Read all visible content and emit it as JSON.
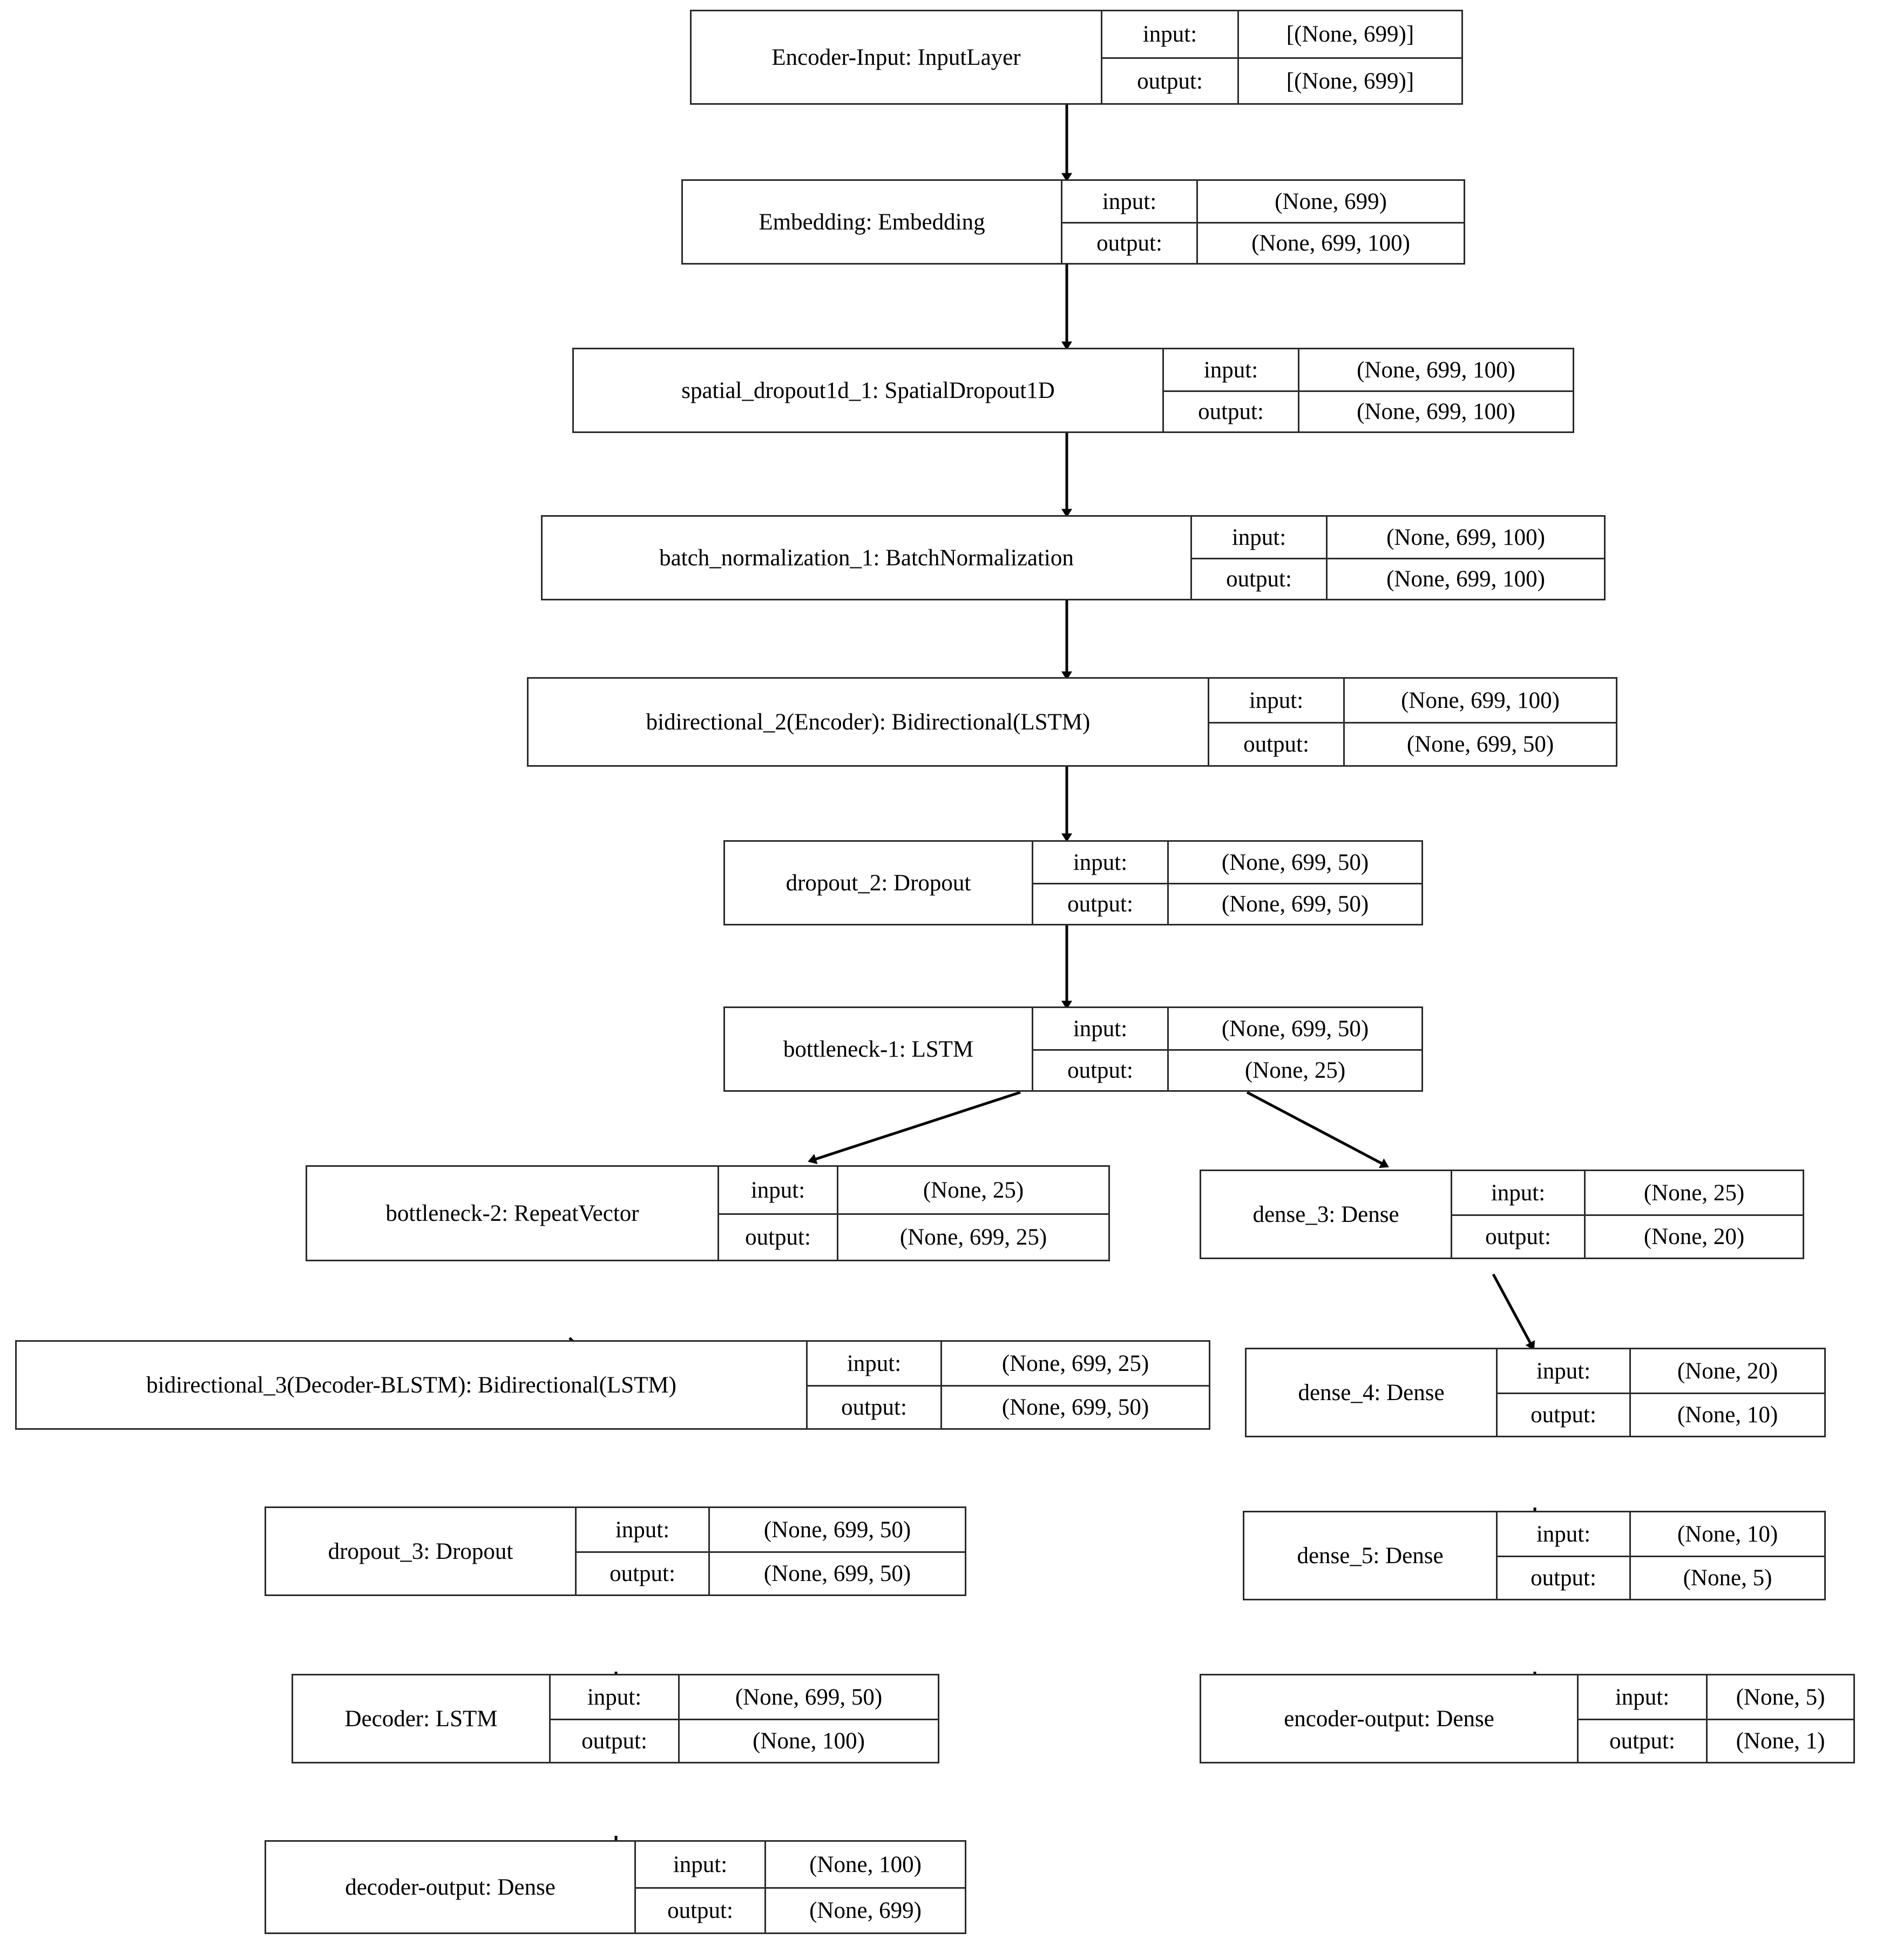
{
  "diagram": {
    "kind": "keras-model-plot",
    "io_labels": {
      "input": "input:",
      "output": "output:"
    },
    "colors": {
      "border": "#2b2b2b",
      "background": "#ffffff",
      "text": "#000000",
      "edge": "#000000"
    },
    "nodes": [
      {
        "id": "encoder-input",
        "name": "Encoder-Input: InputLayer",
        "input": "[(None, 699)]",
        "output": "[(None, 699)]"
      },
      {
        "id": "embedding",
        "name": "Embedding: Embedding",
        "input": "(None, 699)",
        "output": "(None, 699, 100)"
      },
      {
        "id": "spatial-dropout1d-1",
        "name": "spatial_dropout1d_1: SpatialDropout1D",
        "input": "(None, 699, 100)",
        "output": "(None, 699, 100)"
      },
      {
        "id": "batch-normalization-1",
        "name": "batch_normalization_1: BatchNormalization",
        "input": "(None, 699, 100)",
        "output": "(None, 699, 100)"
      },
      {
        "id": "bidirectional-2-encoder",
        "name": "bidirectional_2(Encoder): Bidirectional(LSTM)",
        "input": "(None, 699, 100)",
        "output": "(None, 699, 50)"
      },
      {
        "id": "dropout-2",
        "name": "dropout_2: Dropout",
        "input": "(None, 699, 50)",
        "output": "(None, 699, 50)"
      },
      {
        "id": "bottleneck-1",
        "name": "bottleneck-1: LSTM",
        "input": "(None, 699, 50)",
        "output": "(None, 25)"
      },
      {
        "id": "bottleneck-2",
        "name": "bottleneck-2: RepeatVector",
        "input": "(None, 25)",
        "output": "(None, 699, 25)"
      },
      {
        "id": "dense-3",
        "name": "dense_3: Dense",
        "input": "(None, 25)",
        "output": "(None, 20)"
      },
      {
        "id": "bidirectional-3-decoder-blstm",
        "name": "bidirectional_3(Decoder-BLSTM): Bidirectional(LSTM)",
        "input": "(None, 699, 25)",
        "output": "(None, 699, 50)"
      },
      {
        "id": "dense-4",
        "name": "dense_4: Dense",
        "input": "(None, 20)",
        "output": "(None, 10)"
      },
      {
        "id": "dropout-3",
        "name": "dropout_3: Dropout",
        "input": "(None, 699, 50)",
        "output": "(None, 699, 50)"
      },
      {
        "id": "dense-5",
        "name": "dense_5: Dense",
        "input": "(None, 10)",
        "output": "(None, 5)"
      },
      {
        "id": "decoder",
        "name": "Decoder: LSTM",
        "input": "(None, 699, 50)",
        "output": "(None, 100)"
      },
      {
        "id": "encoder-output",
        "name": "encoder-output: Dense",
        "input": "(None, 5)",
        "output": "(None, 1)"
      },
      {
        "id": "decoder-output",
        "name": "decoder-output: Dense",
        "input": "(None, 100)",
        "output": "(None, 699)"
      }
    ],
    "edges": [
      {
        "from": "encoder-input",
        "to": "embedding"
      },
      {
        "from": "embedding",
        "to": "spatial-dropout1d-1"
      },
      {
        "from": "spatial-dropout1d-1",
        "to": "batch-normalization-1"
      },
      {
        "from": "batch-normalization-1",
        "to": "bidirectional-2-encoder"
      },
      {
        "from": "bidirectional-2-encoder",
        "to": "dropout-2"
      },
      {
        "from": "dropout-2",
        "to": "bottleneck-1"
      },
      {
        "from": "bottleneck-1",
        "to": "bottleneck-2"
      },
      {
        "from": "bottleneck-1",
        "to": "dense-3"
      },
      {
        "from": "bottleneck-2",
        "to": "bidirectional-3-decoder-blstm"
      },
      {
        "from": "dense-3",
        "to": "dense-4"
      },
      {
        "from": "bidirectional-3-decoder-blstm",
        "to": "dropout-3"
      },
      {
        "from": "dense-4",
        "to": "dense-5"
      },
      {
        "from": "dropout-3",
        "to": "decoder"
      },
      {
        "from": "dense-5",
        "to": "encoder-output"
      },
      {
        "from": "decoder",
        "to": "decoder-output"
      }
    ]
  }
}
